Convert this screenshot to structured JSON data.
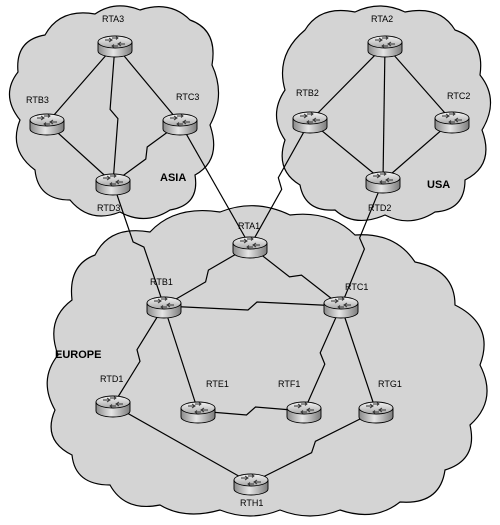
{
  "regions": {
    "asia": "ASIA",
    "usa": "USA",
    "europe": "EUROPE"
  },
  "routers": {
    "rta3": "RTA3",
    "rtb3": "RTB3",
    "rtc3": "RTC3",
    "rtd3": "RTD3",
    "rta2": "RTA2",
    "rtb2": "RTB2",
    "rtc2": "RTC2",
    "rtd2": "RTD2",
    "rta1": "RTA1",
    "rtb1": "RTB1",
    "rtc1": "RTC1",
    "rtd1": "RTD1",
    "rte1": "RTE1",
    "rtf1": "RTF1",
    "rtg1": "RTG1",
    "rth1": "RTH1"
  },
  "links": [
    [
      "rta3",
      "rtb3",
      "straight"
    ],
    [
      "rta3",
      "rtc3",
      "straight"
    ],
    [
      "rta3",
      "rtd3",
      "serial"
    ],
    [
      "rtb3",
      "rtd3",
      "straight"
    ],
    [
      "rtc3",
      "rtd3",
      "serial"
    ],
    [
      "rtc3",
      "rta1",
      "straight"
    ],
    [
      "rtd3",
      "rtb1",
      "serial"
    ],
    [
      "rta2",
      "rtb2",
      "straight"
    ],
    [
      "rta2",
      "rtc2",
      "straight"
    ],
    [
      "rta2",
      "rtd2",
      "straight"
    ],
    [
      "rtb2",
      "rtd2",
      "straight"
    ],
    [
      "rtc2",
      "rtd2",
      "straight"
    ],
    [
      "rtb2",
      "rta1",
      "serial"
    ],
    [
      "rtd2",
      "rtc1",
      "serial"
    ],
    [
      "rta1",
      "rtb1",
      "serial"
    ],
    [
      "rta1",
      "rtc1",
      "serial"
    ],
    [
      "rtb1",
      "rtc1",
      "serial"
    ],
    [
      "rtb1",
      "rtd1",
      "serial"
    ],
    [
      "rtb1",
      "rte1",
      "straight"
    ],
    [
      "rtc1",
      "rtf1",
      "serial"
    ],
    [
      "rtc1",
      "rtg1",
      "straight"
    ],
    [
      "rte1",
      "rtf1",
      "serial"
    ],
    [
      "rtd1",
      "rth1",
      "straight"
    ],
    [
      "rtg1",
      "rth1",
      "serial"
    ]
  ]
}
